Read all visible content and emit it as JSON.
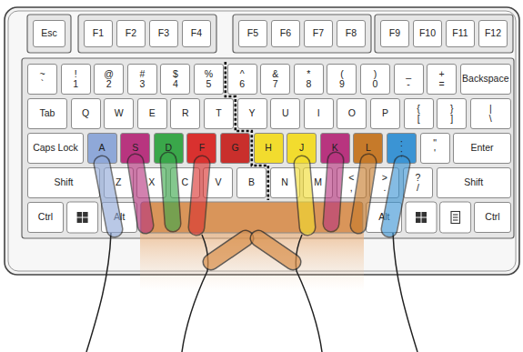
{
  "diagram": {
    "nodes": [
      {
        "text": [
          "Esc"
        ]
      },
      {
        "text": [
          "F1"
        ]
      },
      {
        "text": [
          "F2"
        ]
      },
      {
        "text": [
          "F3"
        ]
      },
      {
        "text": [
          "F4"
        ]
      },
      {
        "text": [
          "F5"
        ]
      },
      {
        "text": [
          "F6"
        ]
      },
      {
        "text": [
          "F7"
        ]
      },
      {
        "text": [
          "F8"
        ]
      },
      {
        "text": [
          "F9"
        ]
      },
      {
        "text": [
          "F10"
        ]
      },
      {
        "text": [
          "F11"
        ]
      },
      {
        "text": [
          "F12"
        ]
      },
      {
        "text": [
          "~",
          "`"
        ]
      },
      {
        "text": [
          "!",
          "1"
        ]
      },
      {
        "text": [
          "@",
          "2"
        ]
      },
      {
        "text": [
          "#",
          "3"
        ]
      },
      {
        "text": [
          "$",
          "4"
        ]
      },
      {
        "text": [
          "%",
          "5"
        ]
      },
      {
        "text": [
          "^",
          "6"
        ]
      },
      {
        "text": [
          "&",
          "7"
        ]
      },
      {
        "text": [
          "*",
          "8"
        ]
      },
      {
        "text": [
          "(",
          "9"
        ]
      },
      {
        "text": [
          ")",
          "0"
        ]
      },
      {
        "text": [
          "_",
          "-"
        ]
      },
      {
        "text": [
          "+",
          "="
        ]
      },
      {
        "text": [
          "Backspace"
        ]
      },
      {
        "text": [
          "Tab"
        ]
      },
      {
        "text": [
          "Q"
        ]
      },
      {
        "text": [
          "W"
        ]
      },
      {
        "text": [
          "E"
        ]
      },
      {
        "text": [
          "R"
        ]
      },
      {
        "text": [
          "T"
        ]
      },
      {
        "text": [
          "Y"
        ]
      },
      {
        "text": [
          "U"
        ]
      },
      {
        "text": [
          "I"
        ]
      },
      {
        "text": [
          "O"
        ]
      },
      {
        "text": [
          "P"
        ]
      },
      {
        "text": [
          "{",
          "["
        ]
      },
      {
        "text": [
          "}",
          "]"
        ]
      },
      {
        "text": [
          "|",
          "\\"
        ]
      },
      {
        "text": [
          "Caps Lock"
        ]
      },
      {
        "text": [
          "A"
        ]
      },
      {
        "text": [
          "S"
        ]
      },
      {
        "text": [
          "D"
        ]
      },
      {
        "text": [
          "F"
        ]
      },
      {
        "text": [
          "G"
        ]
      },
      {
        "text": [
          "H"
        ]
      },
      {
        "text": [
          "J"
        ]
      },
      {
        "text": [
          "K"
        ]
      },
      {
        "text": [
          "L"
        ]
      },
      {
        "text": [
          ":",
          ";"
        ]
      },
      {
        "text": [
          "\"",
          "'"
        ]
      },
      {
        "text": [
          "Enter"
        ]
      },
      {
        "text": [
          "Shift"
        ]
      },
      {
        "text": [
          "Z"
        ]
      },
      {
        "text": [
          "X"
        ]
      },
      {
        "text": [
          "C"
        ]
      },
      {
        "text": [
          "V"
        ]
      },
      {
        "text": [
          "B"
        ]
      },
      {
        "text": [
          "N"
        ]
      },
      {
        "text": [
          "M"
        ]
      },
      {
        "text": [
          "<",
          ","
        ]
      },
      {
        "text": [
          ">",
          "."
        ]
      },
      {
        "text": [
          "?",
          "/"
        ]
      },
      {
        "text": [
          "Shift"
        ]
      },
      {
        "text": [
          "Ctrl"
        ]
      },
      {
        "text": [
          "Alt"
        ]
      },
      {
        "text": [
          "Alt"
        ]
      },
      {
        "text": [
          "Ctrl"
        ]
      }
    ]
  }
}
